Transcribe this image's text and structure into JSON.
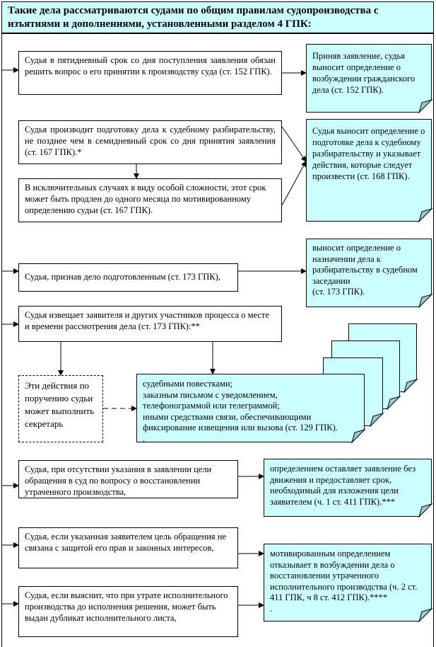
{
  "header": {
    "title": "Такие дела рассматриваются судами по общим правилам судопроизводства с изъятиями и дополнениями, установленными разделом 4 ГПК:"
  },
  "steps": [
    {
      "text": "Судья в пятидневный срок со дня поступления заявления обязан решить вопрос о его принятии к производству суда (ст. 152 ГПК)."
    },
    {
      "text": "Судья производит подготовку дела к судебному разбирательству, не позднее чем в семидневный срок со дня принятия заявления (ст. 167 ГПК).*"
    },
    {
      "text": "В исключительных случаях в виду особой сложности, этот срок может быть продлен до одного месяца по мотивированному определению судьи (ст. 167 ГПК)."
    },
    {
      "text": "Судья, признав дело подготовленным (ст. 173 ГПК),"
    },
    {
      "text": "Судья извещает заявителя и других участников процесса о месте и времени рассмотрения дела (ст. 173 ГПК):**"
    },
    {
      "text": "Судья, при отсутствии указания в заявлении цели обращения в суд по вопросу о восстановлении утраченного производства,"
    },
    {
      "text": "Судья, если указанная заявителем цель обращения не связана с защитой его прав и законных интересов,"
    },
    {
      "text": "Судья, если выяснит, что при утрате исполнительного производства до исполнения решения, может быть выдан дубликат исполнительного листа,"
    }
  ],
  "secretary_note": "Эти действия по поручению судьи может выполнить секретарь",
  "outcomes": [
    {
      "text": "Приняв заявление, судья выносит определение о возбуждении гражданского дела (ст. 152 ГПК)."
    },
    {
      "text": "Судья выносит определение о подготовке дела к судебному разбирательству и указывает действия, которые следует произвести (ст. 168 ГПК)."
    },
    {
      "text": "выносит определение о назначении дела к разбирательству в судебном заседании\n(ст. 173 ГПК)."
    },
    {
      "text": "судебными повестками;\nзаказным письмом с уведомлением,\nтелефонограммой или телеграммой;\nиными средствами связи, обеспечивающими фиксирование извещения или вызова (ст. 129 ГПК).\n."
    },
    {
      "text": "определением оставляет заявление без движения и предоставляет срок, необходимый для изложения цели заявителем (ч. 1 ст. 411 ГПК).***"
    },
    {
      "text": "мотивированным определением отказывает в возбуждении дела о восстановлении утраченного исполнительного   производства (ч. 2 ст. 411 ГПК, ч 8 ст. 412 ГПК).****\n."
    }
  ],
  "colors": {
    "note_fill": "#ccffff",
    "fold_fill": "#99cccc",
    "line": "#000000"
  }
}
